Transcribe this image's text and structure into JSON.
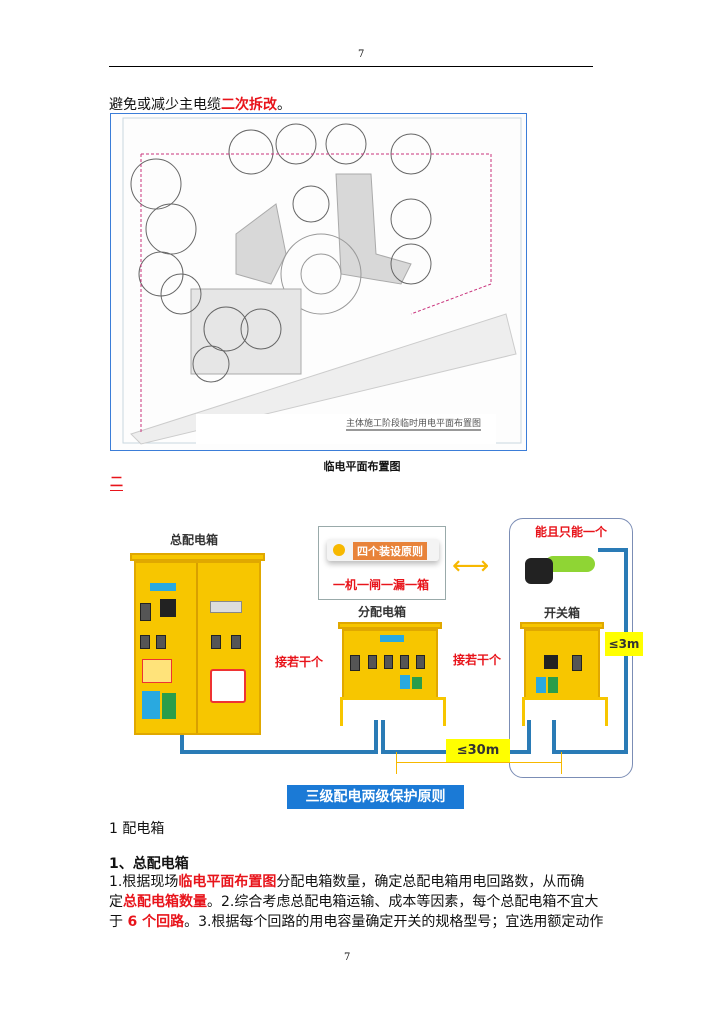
{
  "header": {
    "page_number": "7"
  },
  "intro": {
    "text_plain": "避免或减少主电缆",
    "text_red": "二次拆改",
    "text_end": "。"
  },
  "map": {
    "inner_title": "主体施工阶段临时用电平面布置图",
    "caption": "临电平面布置图"
  },
  "section_mark": "二",
  "diagram": {
    "main_box_label": "总配电箱",
    "sub_box_label": "分配电箱",
    "switch_box_label": "开关箱",
    "principle_badge": "四个装设原则",
    "principle_text": "一机一闸一漏一箱",
    "only_one": "能且只能一个",
    "connect_left": "接若干个",
    "connect_right": "接若干个",
    "dist_30": "≤30m",
    "dist_3": "≤3m",
    "banner": "三级配电两级保护原则",
    "colors": {
      "cabinet": "#f7c600",
      "cable": "#2a7bb6",
      "banner": "#1b7ad6",
      "highlight": "#e8141b"
    }
  },
  "section": {
    "title": "1 配电箱",
    "subtitle": "1、总配电箱"
  },
  "paragraph": {
    "l1_a": "1.根据现场",
    "l1_red": "临电平面布置图",
    "l1_b": "分配电箱数量，确定总配电箱用电回路数，从而确",
    "l2_a": "定",
    "l2_red": "总配电箱数量",
    "l2_b": "。2.综合考虑总配电箱运输、成本等因素，每个总配电箱不宜大",
    "l3_a": "于 ",
    "l3_red": "6 个回路",
    "l3_b": "。3.根据每个回路的用电容量确定开关的规格型号；宜选用额定动作"
  },
  "footer": {
    "page_number": "7"
  }
}
